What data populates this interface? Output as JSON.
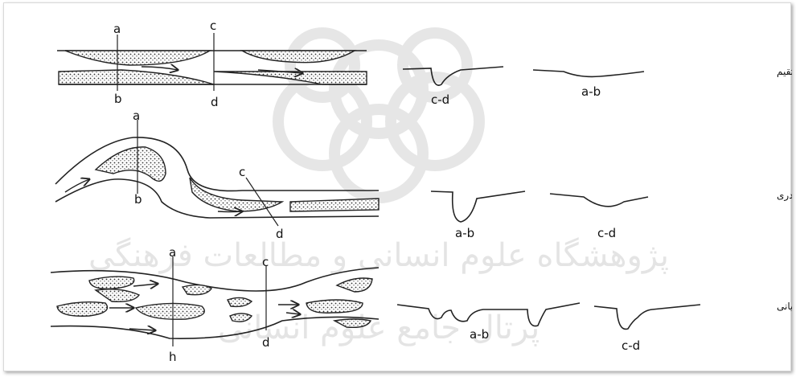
{
  "rows": [
    {
      "title": "رودخانه مستقیم",
      "plan": {
        "top": "a",
        "bottom": "b",
        "top2": "c",
        "bottom2": "d"
      },
      "sections": [
        "c-d",
        "a-b"
      ]
    },
    {
      "title": "رودخانه مئاندری",
      "plan": {
        "top": "a",
        "bottom": "b",
        "top2": "c",
        "bottom2": "d"
      },
      "sections": [
        "a-b",
        "c-d"
      ]
    },
    {
      "title": "رودخانه شریانی",
      "plan": {
        "top": "a",
        "bottom": "h",
        "top2": "c",
        "bottom2": "d"
      },
      "sections": [
        "a-b",
        "c-d"
      ]
    }
  ],
  "watermark": {
    "line1": "پژوهشگاه علوم انسانی و مطالعات فرهنگی",
    "line2": "پرتال جامع علوم انسانی"
  },
  "colors": {
    "ink": "#222222",
    "watermark": "#cfcfcf"
  }
}
